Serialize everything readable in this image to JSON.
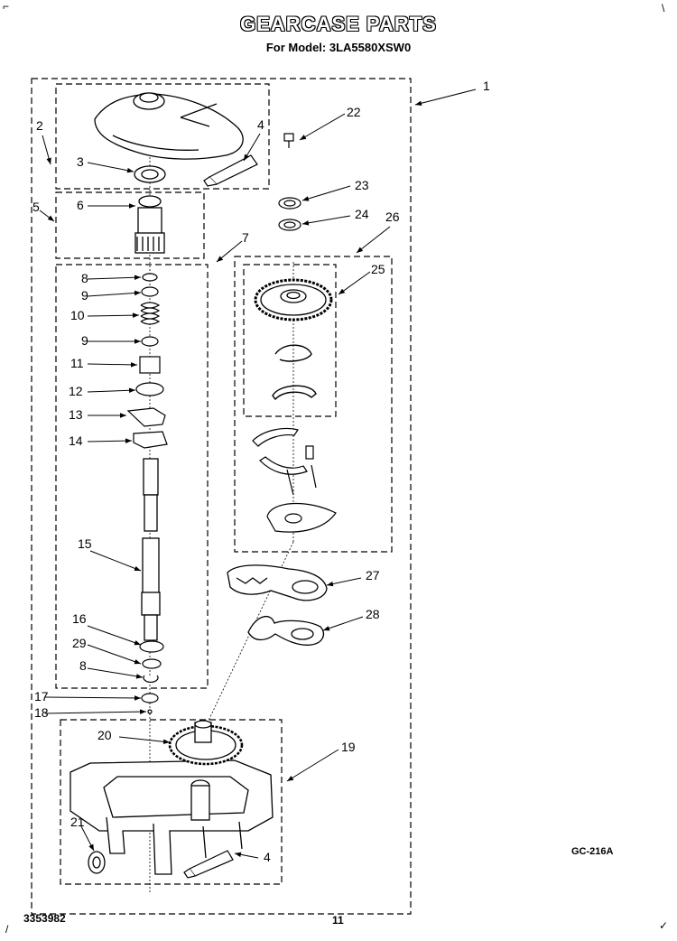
{
  "header": {
    "title": "GEARCASE PARTS",
    "subtitle": "For Model: 3LA5580XSW0"
  },
  "footer": {
    "doc_number": "3353982",
    "page_number": "11",
    "figure_code": "GC-216A"
  },
  "callouts": [
    "1",
    "2",
    "3",
    "4",
    "5",
    "6",
    "7",
    "8",
    "9",
    "10",
    "9",
    "11",
    "12",
    "13",
    "14",
    "15",
    "16",
    "29",
    "8",
    "17",
    "18",
    "20",
    "19",
    "21",
    "4",
    "22",
    "23",
    "24",
    "26",
    "25",
    "27",
    "28"
  ]
}
